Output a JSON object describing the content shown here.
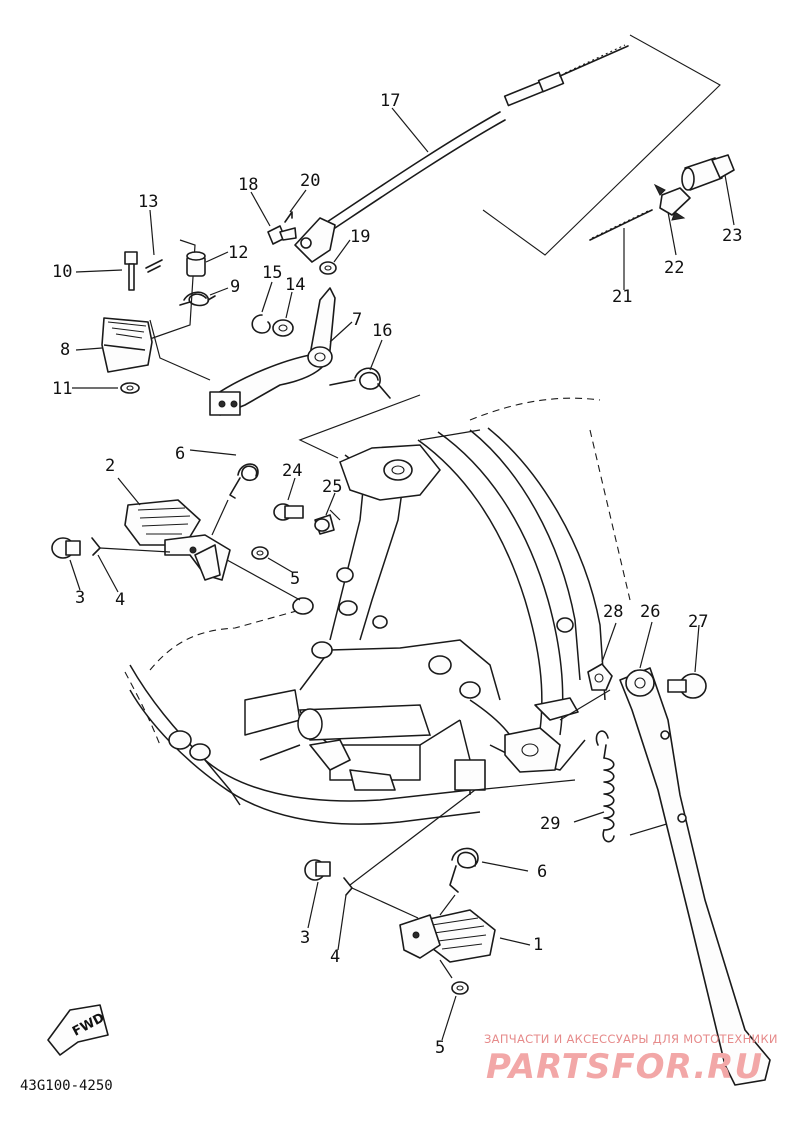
{
  "diagram_code": "43G100-4250",
  "fwd_label": "FWD",
  "watermark": {
    "tagline": "ЗАПЧАСТИ И АКСЕССУАРЫ ДЛЯ МОТОТЕХНИКИ",
    "logo": "PARTSFOR.RU"
  },
  "callouts": [
    "1",
    "2",
    "3",
    "3",
    "4",
    "4",
    "5",
    "5",
    "6",
    "6",
    "7",
    "8",
    "9",
    "10",
    "11",
    "12",
    "13",
    "14",
    "15",
    "16",
    "17",
    "18",
    "19",
    "20",
    "21",
    "22",
    "23",
    "24",
    "25",
    "26",
    "27",
    "28",
    "29"
  ]
}
